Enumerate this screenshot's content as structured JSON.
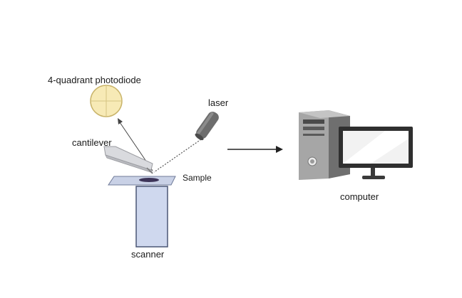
{
  "labels": {
    "photodiode": "4-quadrant photodiode",
    "laser": "laser",
    "cantilever": "cantilever",
    "sample": "Sample",
    "scanner": "scanner",
    "computer": "computer"
  },
  "colors": {
    "photodiode_fill": "#f7eab6",
    "photodiode_stroke": "#c9b46a",
    "laser_body": "#6d6d6d",
    "scanner_fill": "#cfd8ee",
    "scanner_stroke": "#4a5675",
    "sample_plate": "#c9d1e6",
    "computer_gray": "#8a8a8a",
    "computer_dark": "#3a3a3a",
    "arrow": "#222222"
  }
}
